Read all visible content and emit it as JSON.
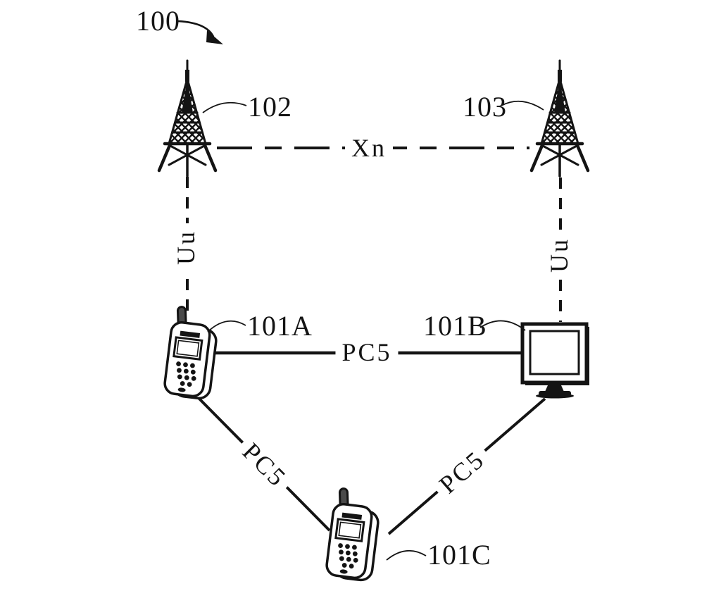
{
  "figure": {
    "kind": "network-topology-patent-diagram",
    "reference_label": "100",
    "nodes": [
      {
        "id": "102",
        "device": "base-station-tower",
        "position": "top-left"
      },
      {
        "id": "103",
        "device": "base-station-tower",
        "position": "top-right"
      },
      {
        "id": "101A",
        "device": "mobile-phone-ue",
        "position": "middle-left"
      },
      {
        "id": "101B",
        "device": "monitor-ue",
        "position": "middle-right"
      },
      {
        "id": "101C",
        "device": "mobile-phone-ue",
        "position": "bottom-center"
      }
    ],
    "links": [
      {
        "from": "102",
        "to": "103",
        "interface": "Xn",
        "line_style": "dashed"
      },
      {
        "from": "102",
        "to": "101A",
        "interface": "Uu",
        "line_style": "dashed"
      },
      {
        "from": "103",
        "to": "101B",
        "interface": "Uu",
        "line_style": "dashed"
      },
      {
        "from": "101A",
        "to": "101B",
        "interface": "PC5",
        "line_style": "solid"
      },
      {
        "from": "101A",
        "to": "101C",
        "interface": "PC5",
        "line_style": "solid"
      },
      {
        "from": "101B",
        "to": "101C",
        "interface": "PC5",
        "line_style": "solid"
      }
    ]
  },
  "labels": {
    "figure_ref": "100",
    "bs_left": "102",
    "bs_right": "103",
    "ue_a": "101A",
    "ue_b": "101B",
    "ue_c": "101C",
    "xn": "Xn",
    "uu_left": "Uu",
    "uu_right": "Uu",
    "pc5_horizontal": "PC5",
    "pc5_left_diagonal": "PC5",
    "pc5_right_diagonal": "PC5"
  },
  "colors": {
    "ink": "#141414",
    "background": "#ffffff"
  }
}
